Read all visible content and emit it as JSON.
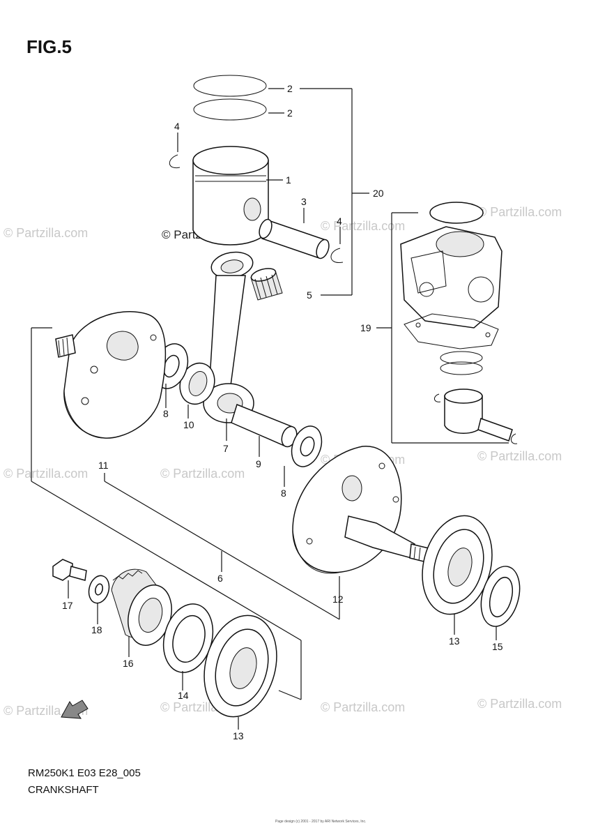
{
  "figure": {
    "title": "FIG.5"
  },
  "footer": {
    "model_code": "RM250K1 E03 E28_005",
    "section_name": "CRANKSHAFT"
  },
  "watermarks": {
    "main": "© Partzilla.com",
    "faded": "© Partzilla.com"
  },
  "copyright_note": "Page design (c) 2001 - 2017 by ARI Network Services, Inc.",
  "icons": {
    "fwd_arrow": "fwd-arrow-icon"
  },
  "parts": {
    "p1": "1",
    "p2a": "2",
    "p2b": "2",
    "p3": "3",
    "p4a": "4",
    "p4b": "4",
    "p5": "5",
    "p6": "6",
    "p7": "7",
    "p8a": "8",
    "p8b": "8",
    "p9": "9",
    "p10": "10",
    "p11": "11",
    "p12": "12",
    "p13a": "13",
    "p13b": "13",
    "p14": "14",
    "p15": "15",
    "p16": "16",
    "p17": "17",
    "p18": "18",
    "p19": "19",
    "p20": "20"
  }
}
